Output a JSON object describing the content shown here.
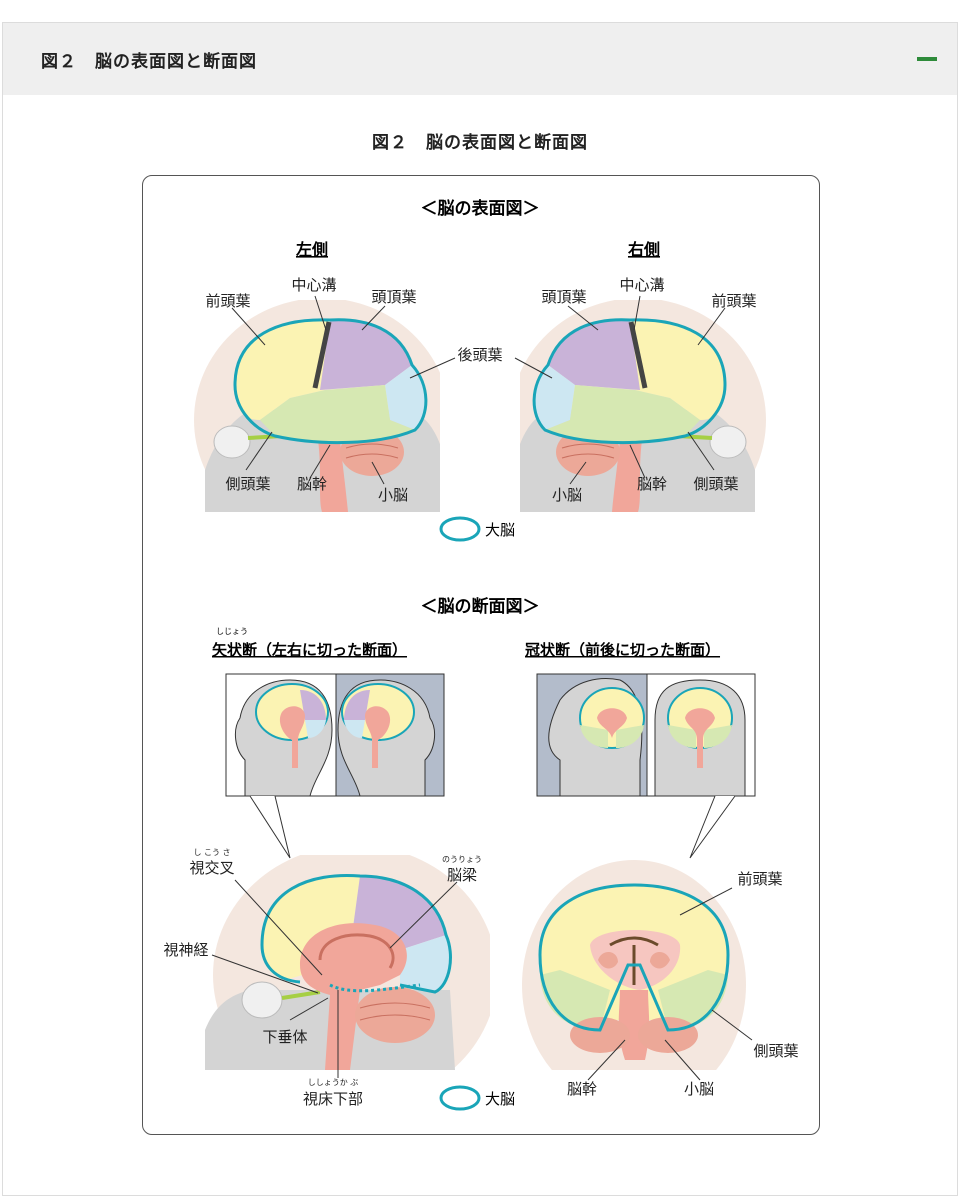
{
  "header": {
    "title": "図２　脳の表面図と断面図"
  },
  "figure": {
    "title": "図２　脳の表面図と断面図",
    "surface": {
      "heading": "＜脳の表面図＞",
      "left": {
        "side": "左側",
        "labels": {
          "frontal": "前頭葉",
          "central": "中心溝",
          "parietal": "頭頂葉",
          "temporal": "側頭葉",
          "brainstem": "脳幹",
          "cerebellum": "小脳"
        }
      },
      "right": {
        "side": "右側",
        "labels": {
          "parietal": "頭頂葉",
          "central": "中心溝",
          "frontal": "前頭葉",
          "cerebellum": "小脳",
          "brainstem": "脳幹",
          "temporal": "側頭葉"
        }
      },
      "occipital": "後頭葉",
      "legend": "大脳"
    },
    "section": {
      "heading": "＜脳の断面図＞",
      "sagittal": {
        "ruby": "しじょう",
        "title": "矢状断（左右に切った断面）"
      },
      "coronal": {
        "title": "冠状断（前後に切った断面）"
      },
      "labels": {
        "chiasm_ruby": "し こう さ",
        "chiasm": "視交叉",
        "callosum_ruby": "のうりょう",
        "callosum": "脳梁",
        "optic_nerve": "視神経",
        "pituitary": "下垂体",
        "hypothalamus_ruby": "ししょうか ぶ",
        "hypothalamus": "視床下部",
        "frontal": "前頭葉",
        "temporal": "側頭葉",
        "brainstem": "脳幹",
        "cerebellum": "小脳"
      },
      "legend": "大脳"
    }
  },
  "colors": {
    "frontal": "#fbf3b3",
    "parietal": "#c9b3d8",
    "occipital": "#cde7f2",
    "temporal": "#d6e8b2",
    "cerebellum": "#eca898",
    "brainstem": "#f1a69a",
    "outline": "#1aa5b8",
    "head": "#d4d4d4",
    "skin": "#f4e7df",
    "accent": "#2e8b3a"
  }
}
